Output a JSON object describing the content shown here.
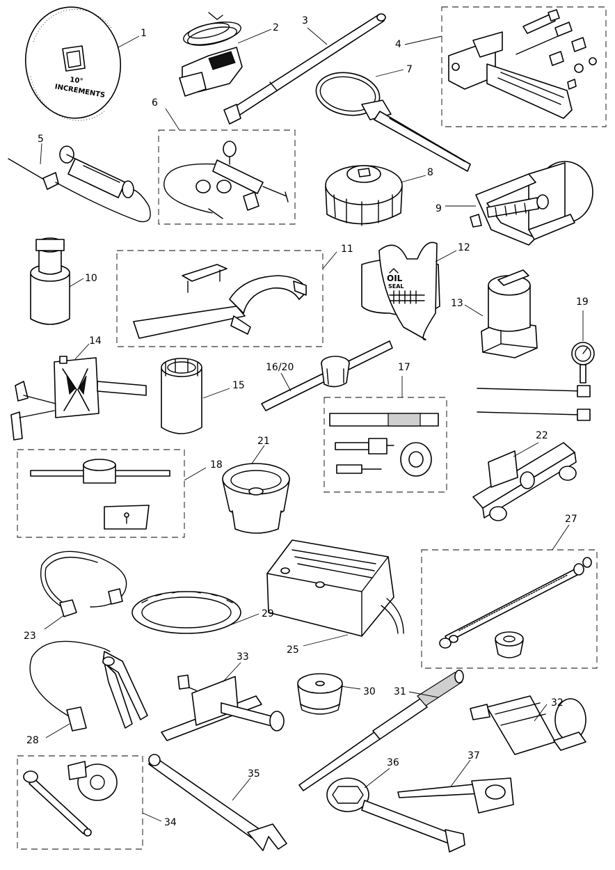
{
  "callouts": [
    {
      "id": "1",
      "text": "1"
    },
    {
      "id": "2",
      "text": "2"
    },
    {
      "id": "3",
      "text": "3"
    },
    {
      "id": "4",
      "text": "4"
    },
    {
      "id": "5",
      "text": "5"
    },
    {
      "id": "6",
      "text": "6"
    },
    {
      "id": "7",
      "text": "7"
    },
    {
      "id": "8",
      "text": "8"
    },
    {
      "id": "9",
      "text": "9"
    },
    {
      "id": "10",
      "text": "10"
    },
    {
      "id": "11",
      "text": "11"
    },
    {
      "id": "12",
      "text": "12"
    },
    {
      "id": "13",
      "text": "13"
    },
    {
      "id": "14",
      "text": "14"
    },
    {
      "id": "15",
      "text": "15"
    },
    {
      "id": "16",
      "text": "16/20"
    },
    {
      "id": "17",
      "text": "17"
    },
    {
      "id": "18",
      "text": "18"
    },
    {
      "id": "19",
      "text": "19"
    },
    {
      "id": "21",
      "text": "21"
    },
    {
      "id": "22",
      "text": "22"
    },
    {
      "id": "23",
      "text": "23"
    },
    {
      "id": "25",
      "text": "25"
    },
    {
      "id": "27",
      "text": "27"
    },
    {
      "id": "28",
      "text": "28"
    },
    {
      "id": "29",
      "text": "29"
    },
    {
      "id": "30",
      "text": "30"
    },
    {
      "id": "31",
      "text": "31"
    },
    {
      "id": "32",
      "text": "32"
    },
    {
      "id": "33",
      "text": "33"
    },
    {
      "id": "34",
      "text": "34"
    },
    {
      "id": "35",
      "text": "35"
    },
    {
      "id": "36",
      "text": "36"
    },
    {
      "id": "37",
      "text": "37"
    }
  ],
  "dial": {
    "line1": "10°",
    "line2": "INCREMENTS"
  },
  "oil_seal": {
    "line1": "OIL",
    "line2": "SEAL"
  },
  "colors": {
    "ink": "#000000",
    "paper": "#ffffff",
    "shade": "#cfcfcf"
  }
}
